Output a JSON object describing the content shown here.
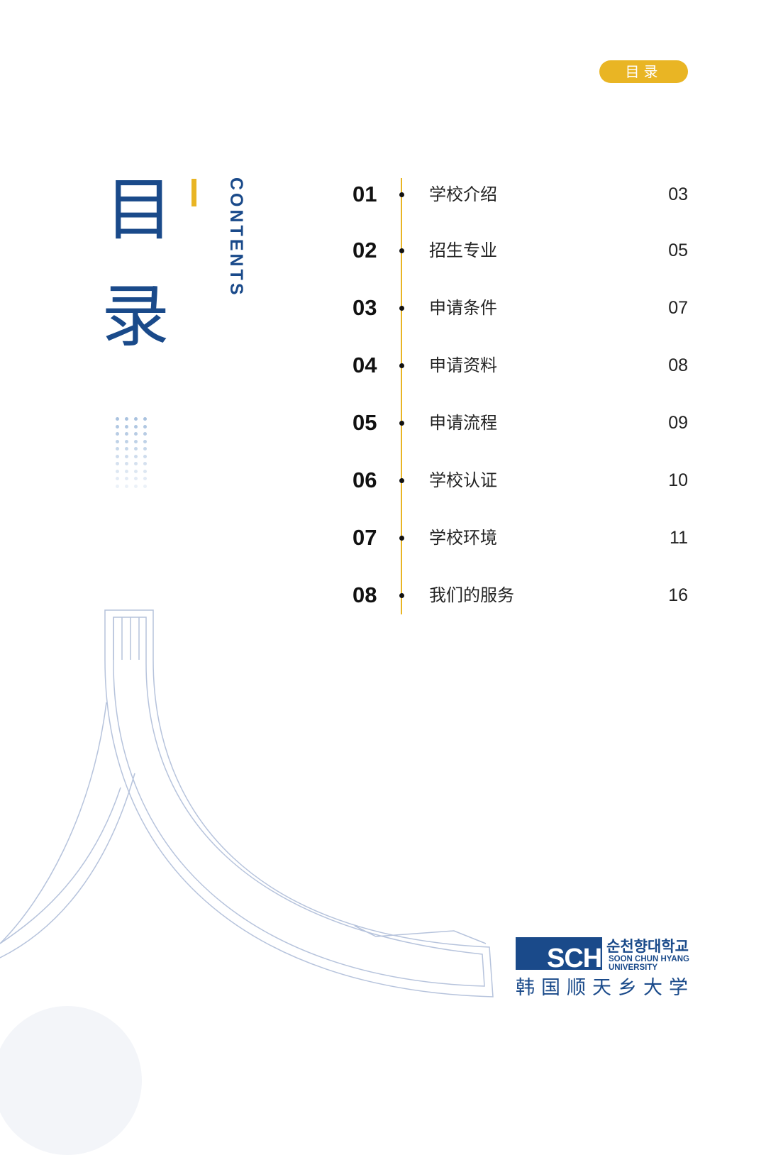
{
  "header": {
    "badge": "目录"
  },
  "title": {
    "char1": "目",
    "char2": "录",
    "english": "CONTENTS"
  },
  "toc": [
    {
      "num": "01",
      "title": "学校介绍",
      "page": "03"
    },
    {
      "num": "02",
      "title": "招生专业",
      "page": "05"
    },
    {
      "num": "03",
      "title": "申请条件",
      "page": "07"
    },
    {
      "num": "04",
      "title": "申请资料",
      "page": "08"
    },
    {
      "num": "05",
      "title": "申请流程",
      "page": "09"
    },
    {
      "num": "06",
      "title": "学校认证",
      "page": "10"
    },
    {
      "num": "07",
      "title": "学校环境",
      "page": "11"
    },
    {
      "num": "08",
      "title": "我们的服务",
      "page": "16"
    }
  ],
  "logo": {
    "mark": "SCH",
    "korean": "순천향대학교",
    "english_line1": "SOON CHUN HYANG",
    "english_line2": "UNIVERSITY",
    "chinese": "韩国顺天乡大学"
  },
  "colors": {
    "brand_blue": "#1a4a8a",
    "accent_yellow": "#e9b524"
  }
}
